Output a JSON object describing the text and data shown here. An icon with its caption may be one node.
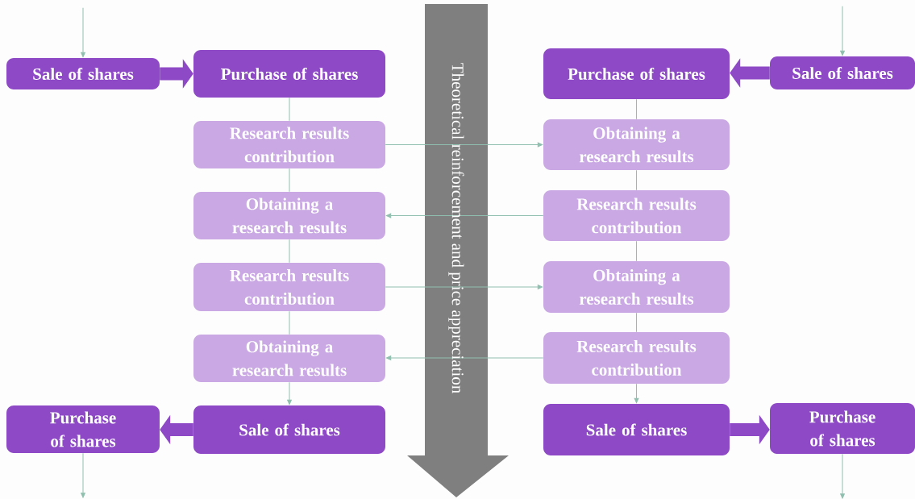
{
  "diagram": {
    "nodes": [
      {
        "text": [
          "Sale of shares"
        ]
      },
      {
        "text": [
          "Purchase of shares"
        ]
      },
      {
        "text": [
          "Research results contribution"
        ]
      },
      {
        "text": [
          "Obtaining a research results"
        ]
      },
      {
        "text": [
          "Research results contribution"
        ]
      },
      {
        "text": [
          "Obtaining a research results"
        ]
      },
      {
        "text": [
          "Sale of shares"
        ]
      },
      {
        "text": [
          "Purchase of shares"
        ]
      },
      {
        "text": [
          "Purchase of shares"
        ]
      },
      {
        "text": [
          "Sale of shares"
        ]
      },
      {
        "text": [
          "Obtaining a research results"
        ]
      },
      {
        "text": [
          "Research results contribution"
        ]
      },
      {
        "text": [
          "Obtaining a research results"
        ]
      },
      {
        "text": [
          "Research results contribution"
        ]
      },
      {
        "text": [
          "Sale of shares"
        ]
      },
      {
        "text": [
          "Purchase of shares"
        ]
      }
    ],
    "edges": [
      {
        "from": null,
        "to": 0,
        "arrow": "to"
      },
      {
        "from": 0,
        "to": 1,
        "arrow": "to",
        "style": "thick",
        "color": "#8e4ac6"
      },
      {
        "from": 1,
        "to": 2,
        "arrow": "none"
      },
      {
        "from": 2,
        "to": 3,
        "arrow": "none"
      },
      {
        "from": 3,
        "to": 4,
        "arrow": "none"
      },
      {
        "from": 4,
        "to": 5,
        "arrow": "none"
      },
      {
        "from": 5,
        "to": 6,
        "arrow": "to"
      },
      {
        "from": 6,
        "to": 7,
        "arrow": "to",
        "style": "thick",
        "color": "#8e4ac6"
      },
      {
        "from": 7,
        "to": null,
        "arrow": "to"
      },
      {
        "from": null,
        "to": 9,
        "arrow": "to"
      },
      {
        "from": 9,
        "to": 8,
        "arrow": "to",
        "style": "thick",
        "color": "#8e4ac6"
      },
      {
        "from": 8,
        "to": 10,
        "arrow": "none"
      },
      {
        "from": 10,
        "to": 11,
        "arrow": "none"
      },
      {
        "from": 11,
        "to": 12,
        "arrow": "none"
      },
      {
        "from": 12,
        "to": 13,
        "arrow": "none"
      },
      {
        "from": 13,
        "to": 14,
        "arrow": "to"
      },
      {
        "from": 14,
        "to": 15,
        "arrow": "to",
        "style": "thick",
        "color": "#8e4ac6"
      },
      {
        "from": 15,
        "to": null,
        "arrow": "to"
      },
      {
        "from": 2,
        "to": 10,
        "arrow": "to"
      },
      {
        "from": 11,
        "to": 3,
        "arrow": "to"
      },
      {
        "from": 4,
        "to": 12,
        "arrow": "to"
      },
      {
        "from": 13,
        "to": 5,
        "arrow": "to"
      }
    ],
    "labels": [
      "Theoretical reinforcement and price appreciation"
    ]
  }
}
